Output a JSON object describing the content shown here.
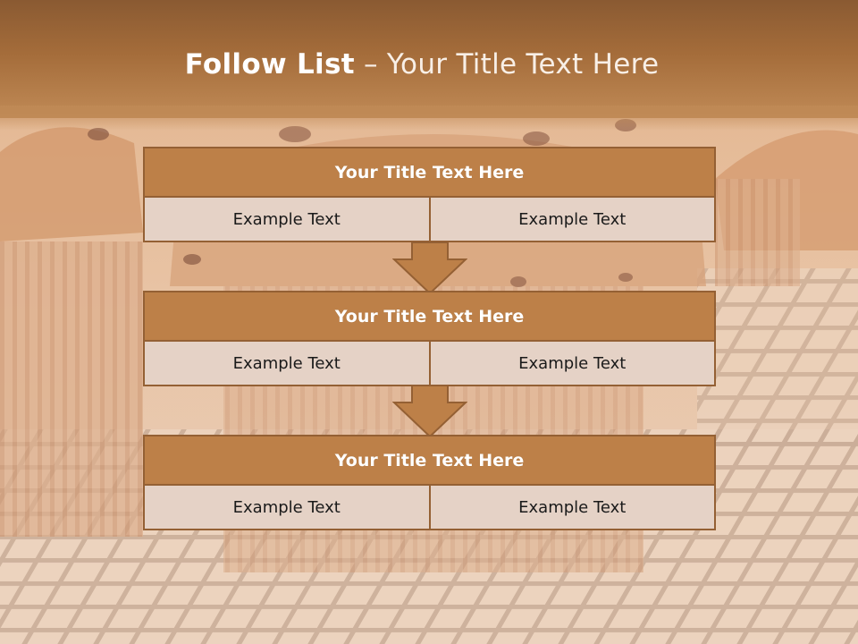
{
  "title": {
    "bold": "Follow List",
    "rest": " – Your Title Text Here"
  },
  "blocks": [
    {
      "heading": "Your Title Text Here",
      "left": "Example Text",
      "right": "Example Text"
    },
    {
      "heading": "Your Title Text Here",
      "left": "Example Text",
      "right": "Example Text"
    },
    {
      "heading": "Your Title Text Here",
      "left": "Example Text",
      "right": "Example Text"
    }
  ],
  "colors": {
    "heading_fill": "#bd8048",
    "border": "#946034",
    "cell_fill": "#e5d2c6",
    "title_band": "#a46c3a"
  },
  "background": {
    "icon": "muffin-photo"
  }
}
